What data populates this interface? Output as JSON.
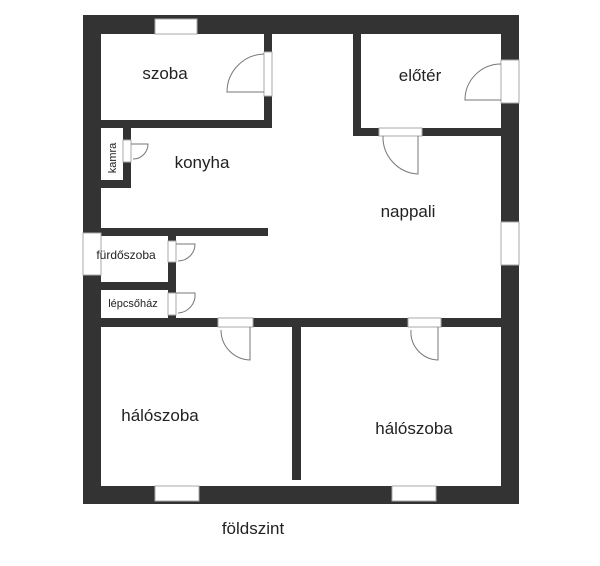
{
  "title": "földszint",
  "colors": {
    "wall": "#333333",
    "background": "#ffffff",
    "text": "#222222"
  },
  "rooms": {
    "szoba": "szoba",
    "eloter": "előtér",
    "kamra": "kamra",
    "konyha": "konyha",
    "nappali": "nappali",
    "furdoszoba": "fürdőszoba",
    "lepcsohaz": "lépcsőház",
    "haloszoba_left": "hálószoba",
    "haloszoba_right": "hálószoba"
  }
}
